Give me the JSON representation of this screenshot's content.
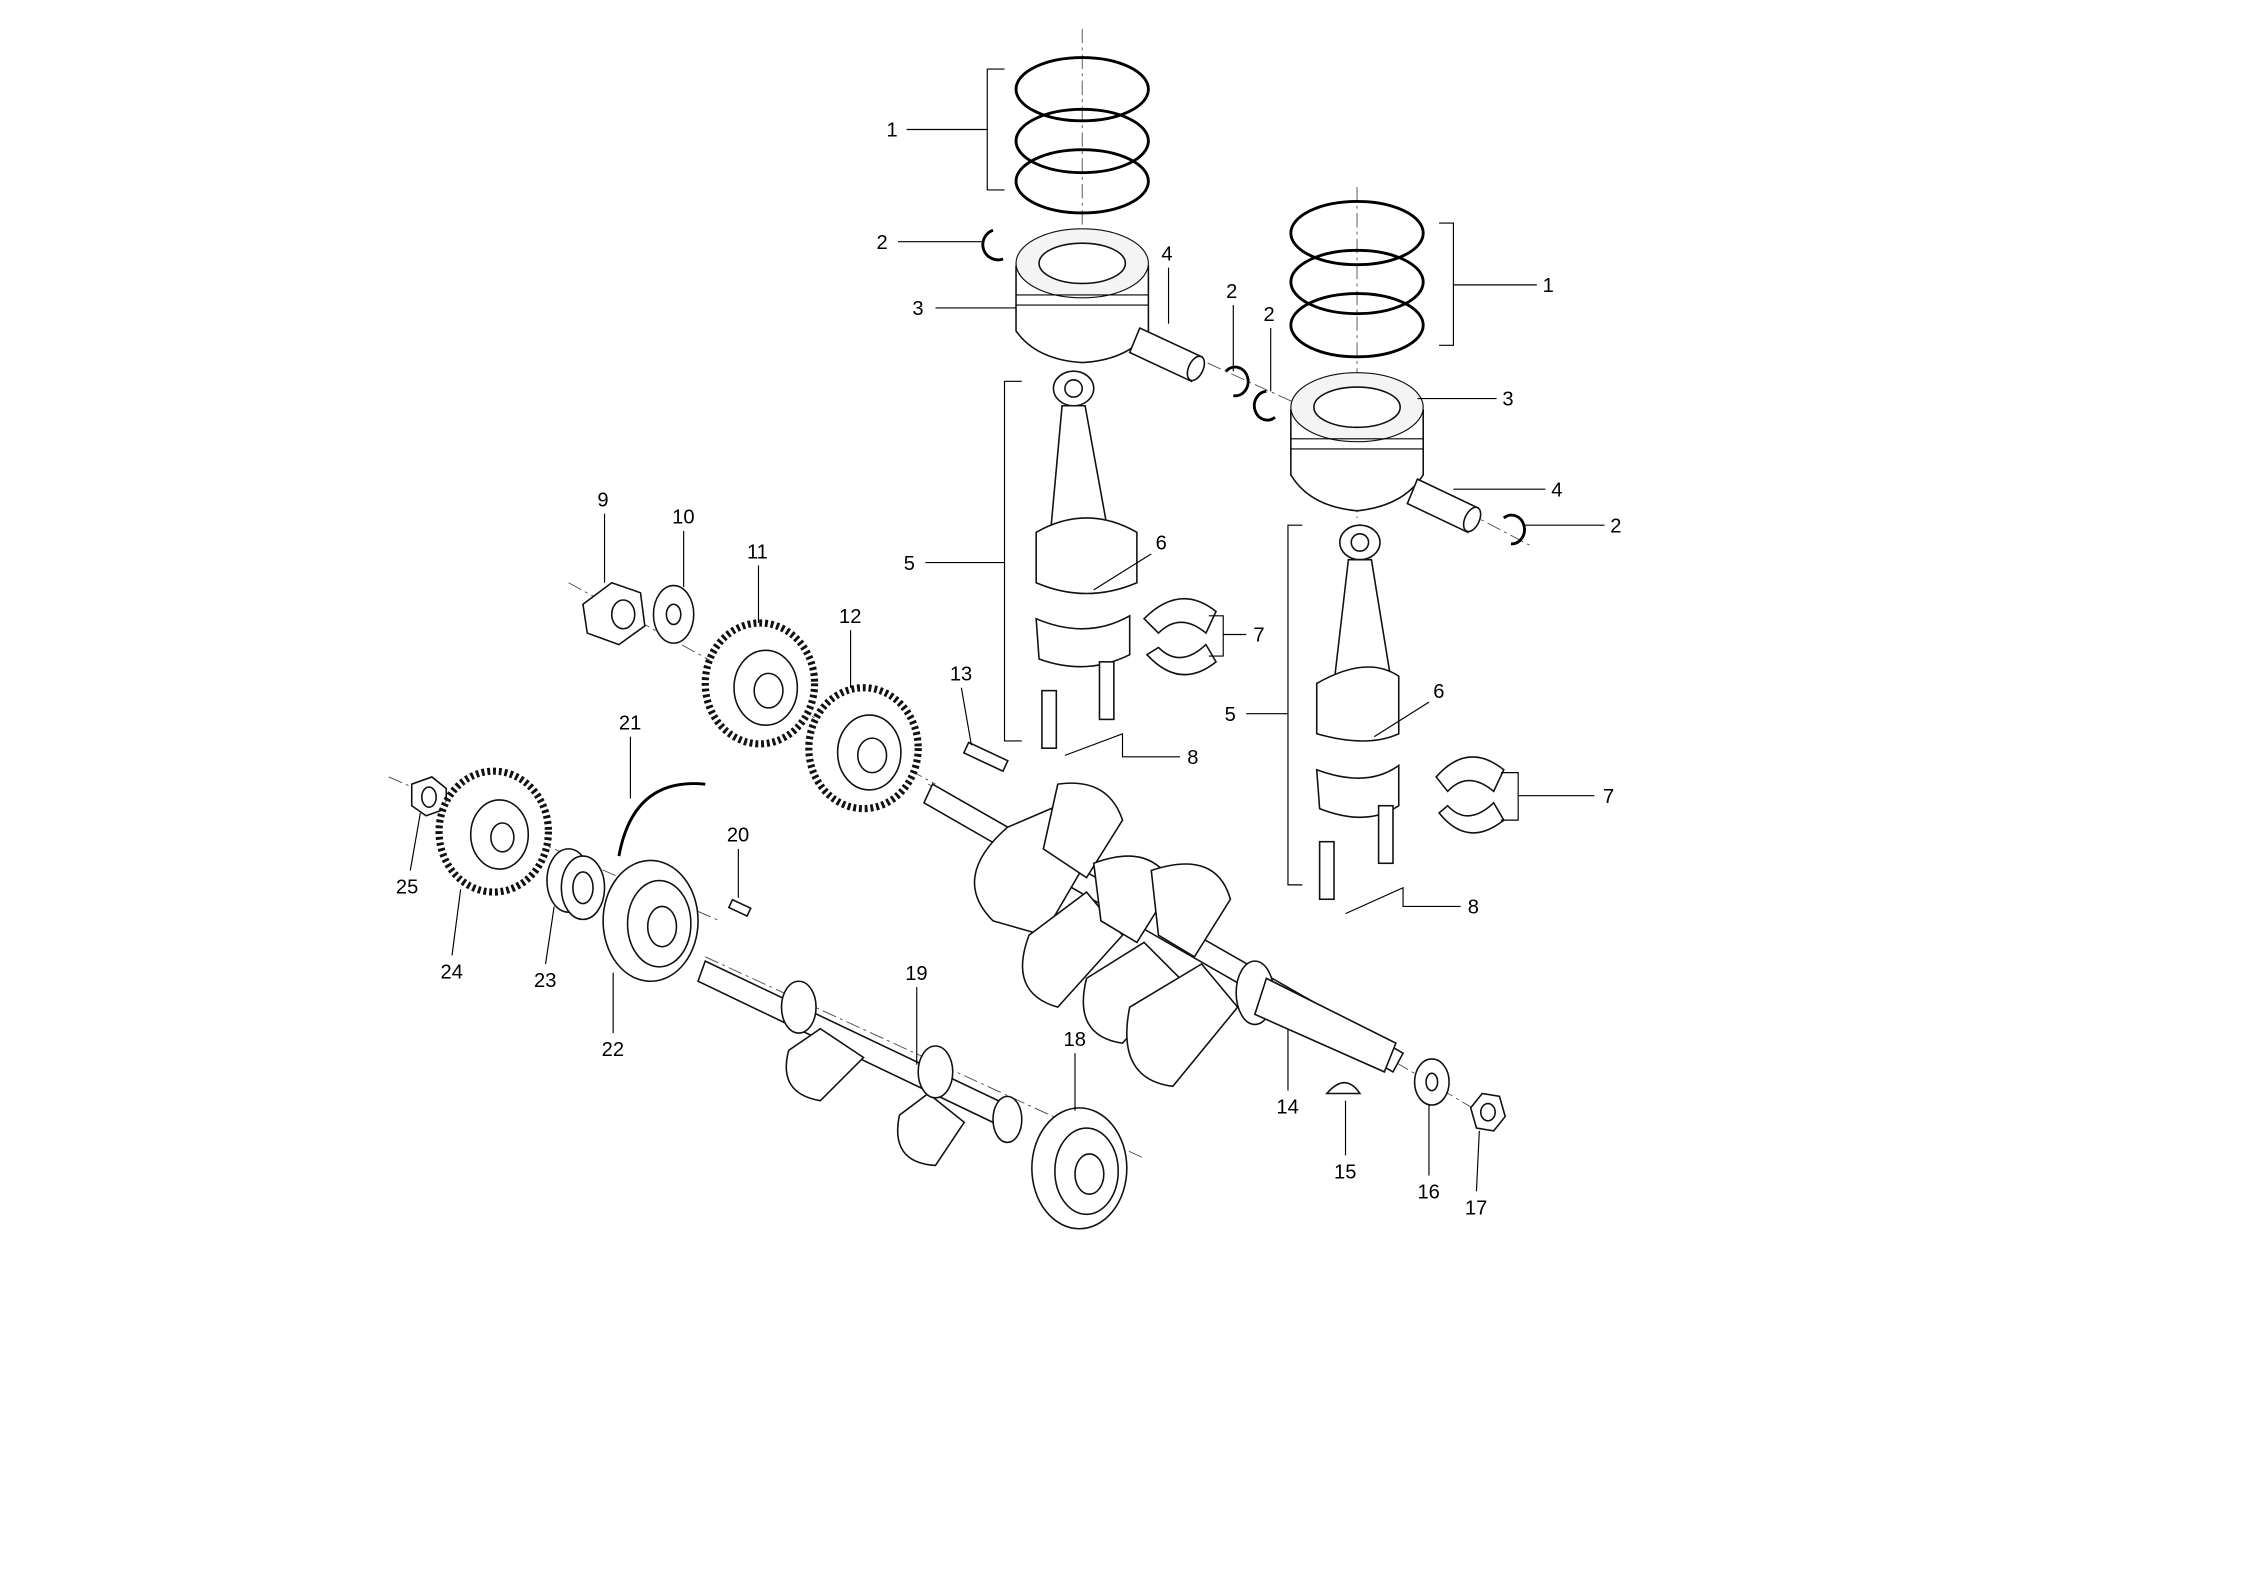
{
  "diagram": {
    "title": "Crankshaft, connecting rods and pistons exploded view",
    "callouts": {
      "c1a": "1",
      "c1b": "1",
      "c2a": "2",
      "c2b": "2",
      "c2c": "2",
      "c2d": "2",
      "c3a": "3",
      "c3b": "3",
      "c4a": "4",
      "c4b": "4",
      "c5a": "5",
      "c5b": "5",
      "c6a": "6",
      "c6b": "6",
      "c7a": "7",
      "c7b": "7",
      "c8a": "8",
      "c8b": "8",
      "c9": "9",
      "c10": "10",
      "c11": "11",
      "c12": "12",
      "c13": "13",
      "c14": "14",
      "c15": "15",
      "c16": "16",
      "c17": "17",
      "c18": "18",
      "c19": "19",
      "c20": "20",
      "c21": "21",
      "c22": "22",
      "c23": "23",
      "c24": "24",
      "c25": "25"
    }
  }
}
